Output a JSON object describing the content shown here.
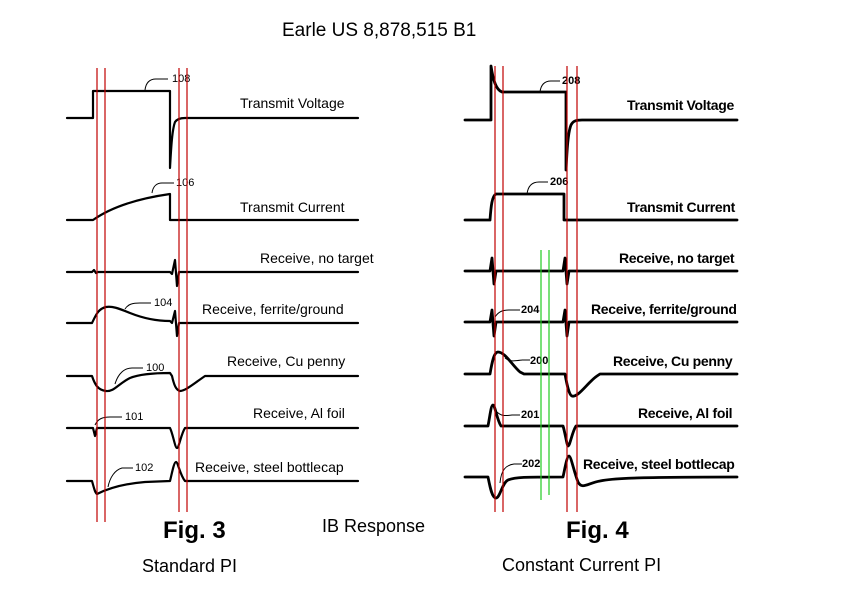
{
  "header": {
    "title": "Earle US 8,878,515 B1"
  },
  "center_label": "IB Response",
  "colors": {
    "sample_window_markers": "#c00000",
    "delay_markers": "#22cc22",
    "trace": "#000000"
  },
  "figures": [
    {
      "id": "fig3",
      "title": "Fig. 3",
      "subtitle": "Standard PI",
      "traces": [
        {
          "id": "transmit-voltage",
          "label": "Transmit Voltage",
          "ref": "108"
        },
        {
          "id": "transmit-current",
          "label": "Transmit Current",
          "ref": "106"
        },
        {
          "id": "receive-no-target",
          "label": "Receive, no target",
          "ref": ""
        },
        {
          "id": "receive-ferrite-ground",
          "label": "Receive, ferrite/ground",
          "ref": "104"
        },
        {
          "id": "receive-cu-penny",
          "label": "Receive, Cu penny",
          "ref": "100"
        },
        {
          "id": "receive-al-foil",
          "label": "Receive, Al foil",
          "ref": "101"
        },
        {
          "id": "receive-steel-bottlecap",
          "label": "Receive, steel bottlecap",
          "ref": "102"
        }
      ],
      "markers": {
        "red_count": 4,
        "green_count": 0
      }
    },
    {
      "id": "fig4",
      "title": "Fig. 4",
      "subtitle": "Constant Current PI",
      "traces": [
        {
          "id": "transmit-voltage",
          "label": "Transmit Voltage",
          "ref": "208"
        },
        {
          "id": "transmit-current",
          "label": "Transmit Current",
          "ref": "206"
        },
        {
          "id": "receive-no-target",
          "label": "Receive, no target",
          "ref": ""
        },
        {
          "id": "receive-ferrite-ground",
          "label": "Receive, ferrite/ground",
          "ref": "204"
        },
        {
          "id": "receive-cu-penny",
          "label": "Receive, Cu penny",
          "ref": "200"
        },
        {
          "id": "receive-al-foil",
          "label": "Receive, Al foil",
          "ref": "201"
        },
        {
          "id": "receive-steel-bottlecap",
          "label": "Receive, steel bottlecap",
          "ref": "202"
        }
      ],
      "markers": {
        "red_count": 4,
        "green_count": 2
      }
    }
  ]
}
